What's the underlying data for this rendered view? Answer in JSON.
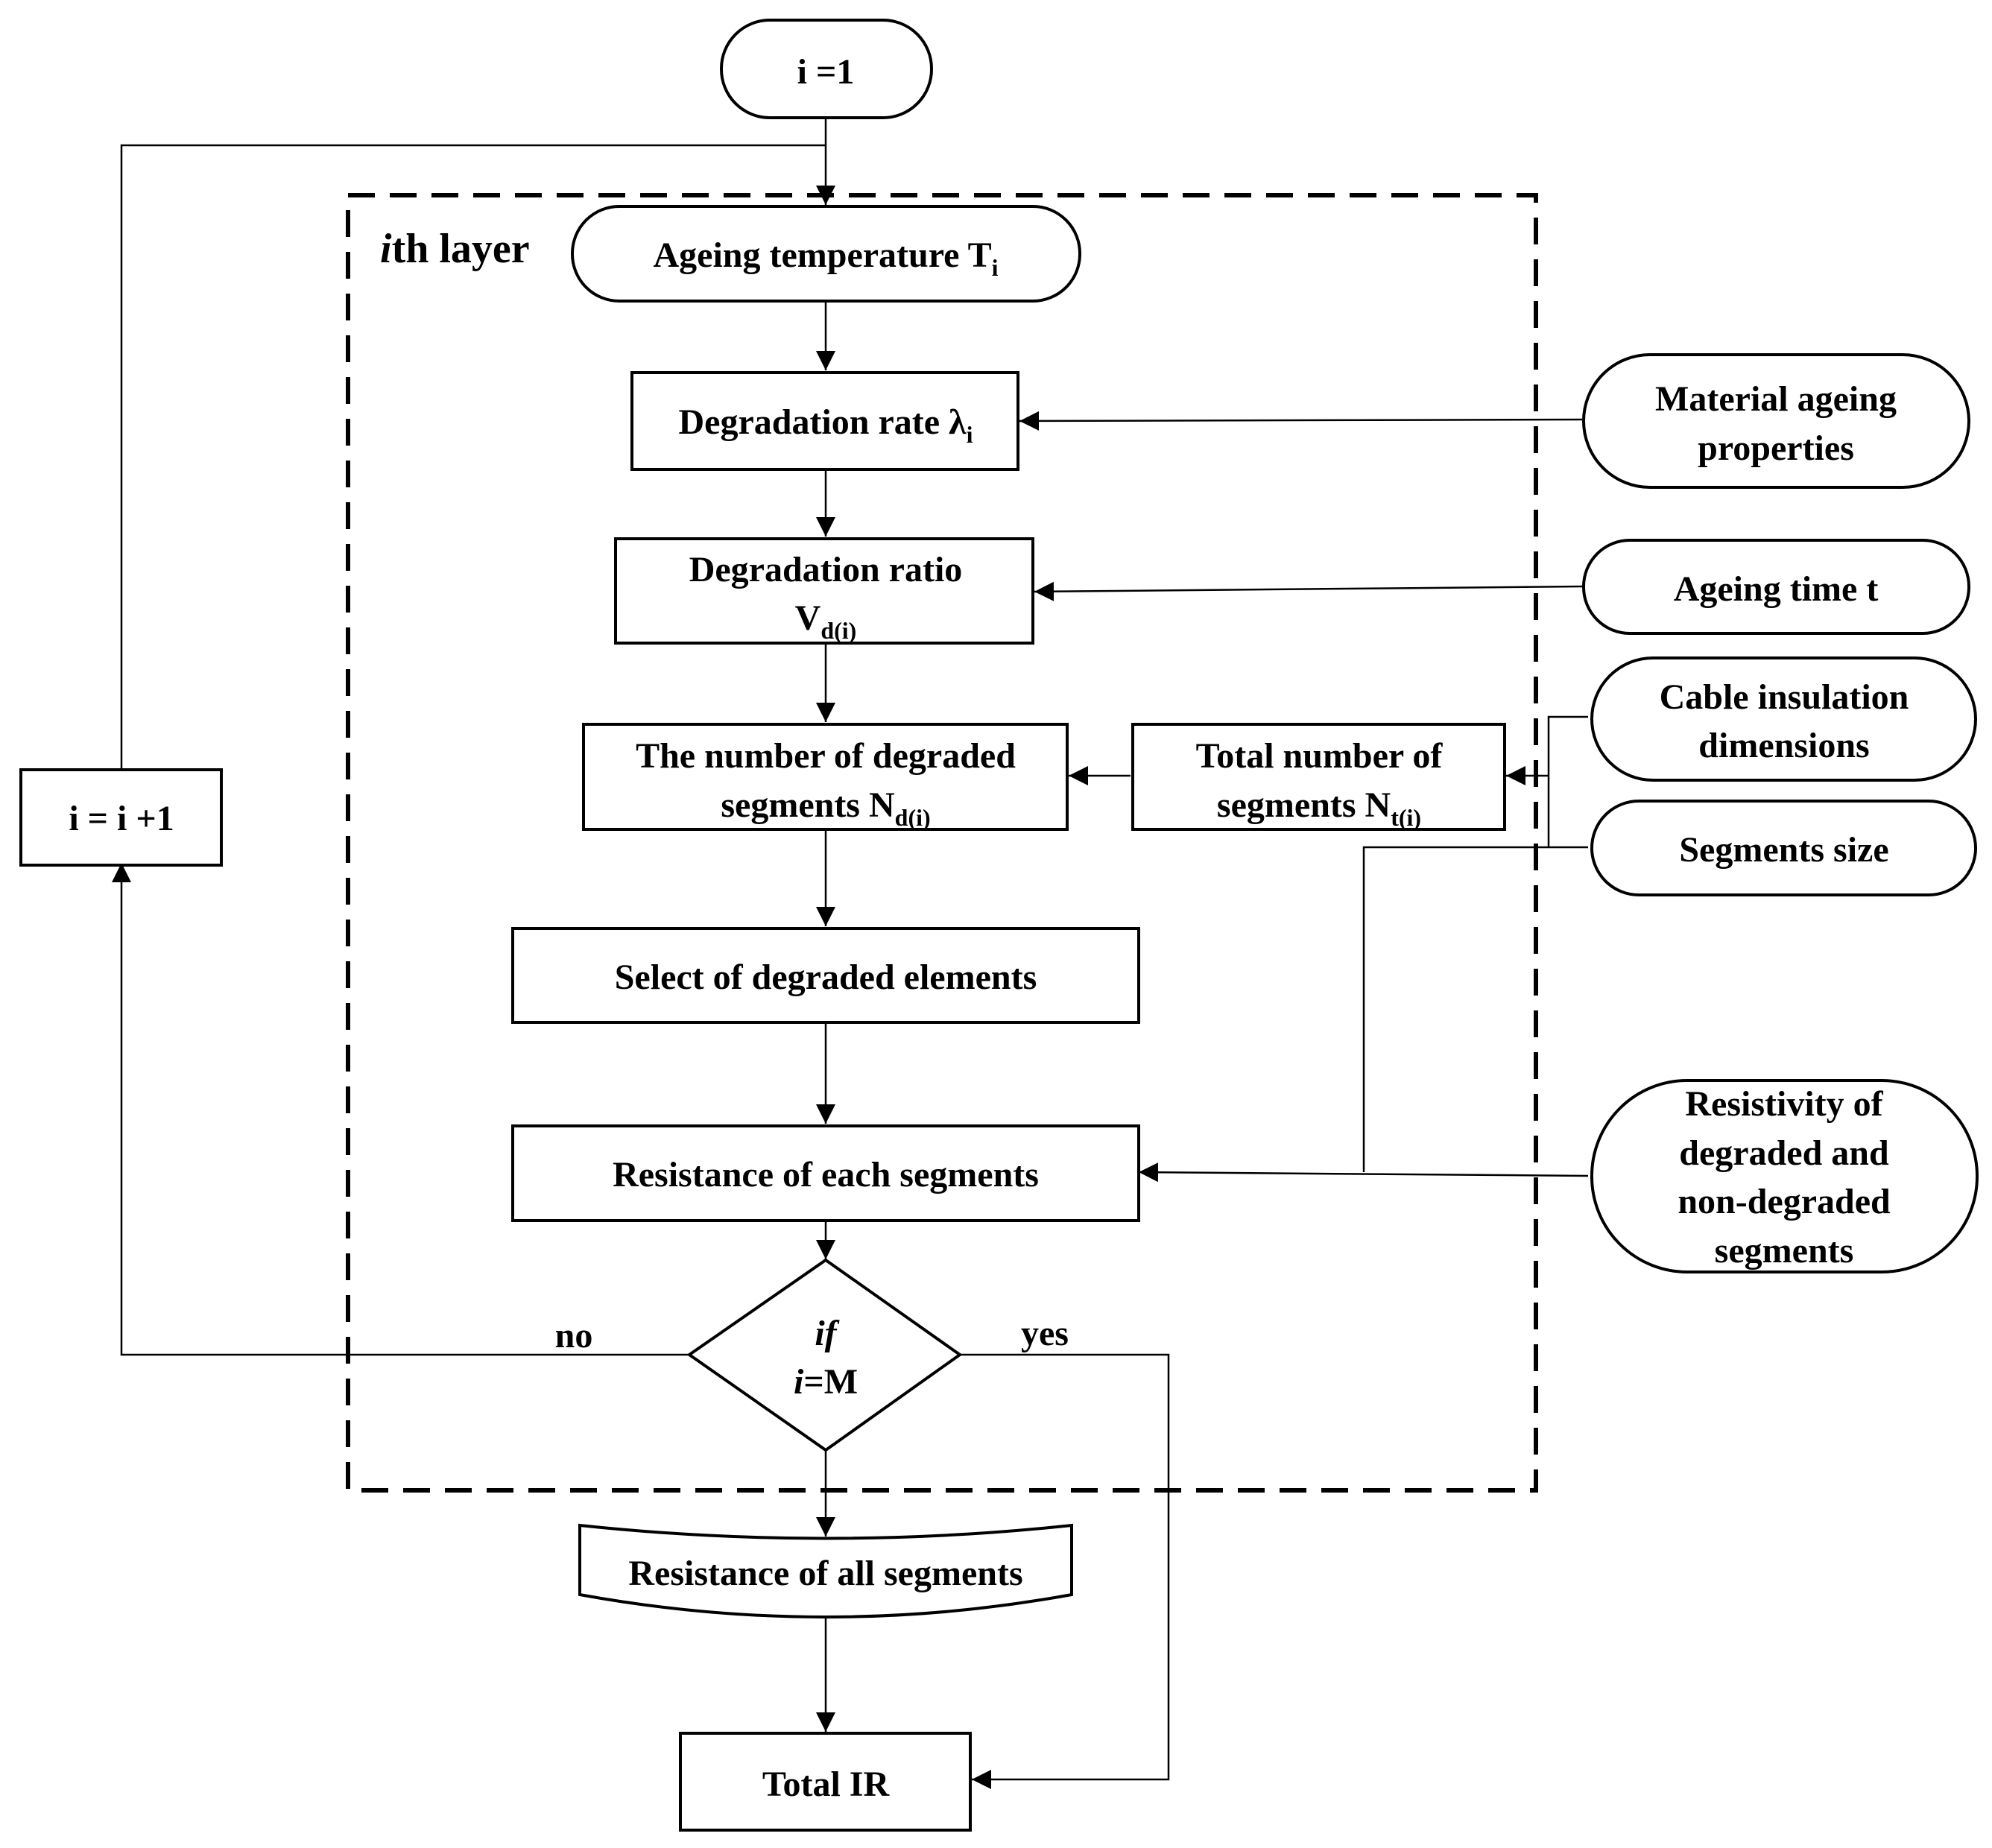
{
  "start": {
    "label": "i =1"
  },
  "layer": {
    "italic": "i",
    "label": "th layer"
  },
  "loop": {
    "increment": "i = i +1"
  },
  "nodes": {
    "ageing_temperature": {
      "label": "Ageing temperature T",
      "sub": "i"
    },
    "degradation_rate": {
      "label": "Degradation rate λ",
      "sub": "i"
    },
    "degradation_ratio": {
      "line1": "Degradation ratio",
      "line2": "V",
      "sub": "d(i)"
    },
    "degraded_segments": {
      "line1": "The number of degraded",
      "line2": "segments N",
      "sub": "d(i)"
    },
    "total_segments": {
      "line1": "Total number of",
      "line2": "segments N",
      "sub": "t(i)"
    },
    "select_elements": {
      "label": "Select of degraded elements"
    },
    "resistance_each": {
      "label": "Resistance of each segments"
    },
    "decision": {
      "line1": "if",
      "line2_italic": "i",
      "line2": "=M"
    },
    "resistance_all": {
      "label": "Resistance of all segments"
    },
    "total_ir": {
      "label": "Total IR"
    }
  },
  "inputs": {
    "material_ageing": {
      "line1": "Material ageing",
      "line2": "properties"
    },
    "ageing_time": {
      "label": "Ageing time t"
    },
    "cable_dimensions": {
      "line1": "Cable insulation",
      "line2": "dimensions"
    },
    "segments_size": {
      "label": "Segments size"
    },
    "resistivity": {
      "line1": "Resistivity of",
      "line2": "degraded and",
      "line3": "non-degraded",
      "line4": "segments"
    }
  },
  "edges": {
    "no": "no",
    "yes": "yes"
  }
}
